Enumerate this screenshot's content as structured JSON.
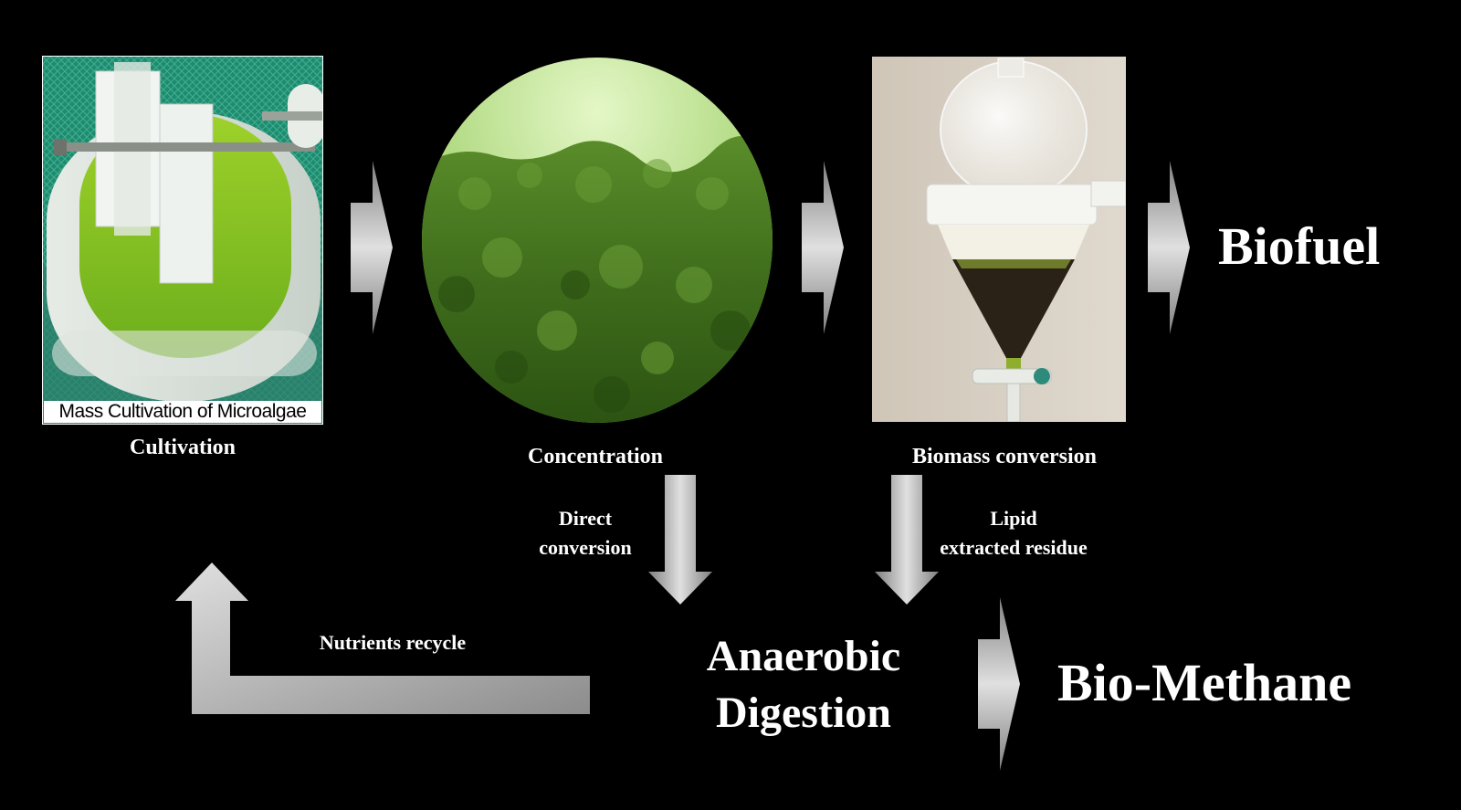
{
  "stages": {
    "cultivation": {
      "label": "Cultivation",
      "photo_caption": "Mass Cultivation of Microalgae"
    },
    "concentration": {
      "label": "Concentration"
    },
    "biomass_conversion": {
      "label": "Biomass conversion"
    }
  },
  "flows": {
    "direct_conversion": [
      "Direct",
      "conversion"
    ],
    "lipid_residue": [
      "Lipid",
      "extracted residue"
    ],
    "nutrients_recycle": "Nutrients recycle"
  },
  "outputs": {
    "biofuel": "Biofuel",
    "anaerobic_digestion": [
      "Anaerobic",
      "Digestion"
    ],
    "bio_methane": "Bio-Methane"
  },
  "colors": {
    "background": "#000000",
    "text": "#ffffff",
    "arrow_light": "#d9d9d9",
    "arrow_dark": "#7f7f7f"
  }
}
